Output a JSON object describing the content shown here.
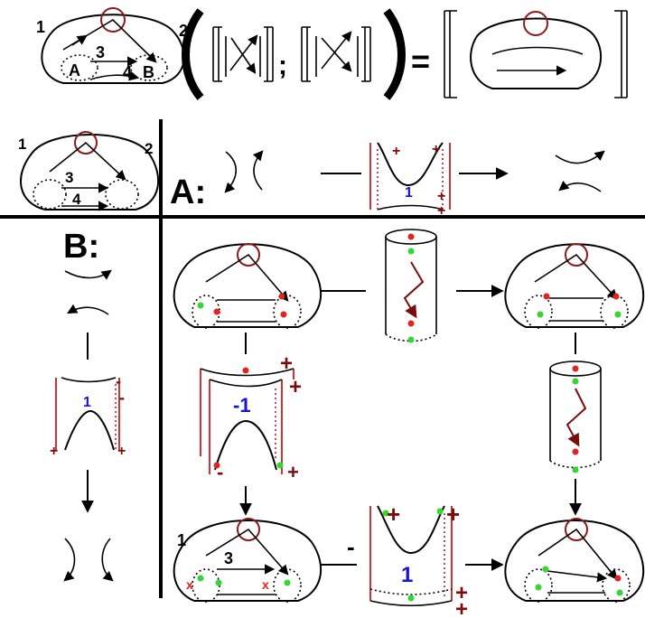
{
  "top_equation": {
    "edge_labels": [
      "1",
      "2",
      "3",
      "4"
    ],
    "vertex_labels": [
      "A",
      "B"
    ],
    "separator": ";",
    "equals": "="
  },
  "grid": {
    "row_a_label": "A:",
    "col_b_label": "B:"
  },
  "corner_surface": {
    "edge_labels": [
      "1",
      "2",
      "3",
      "4"
    ]
  },
  "row_a": {
    "cobordism_coefficient": "1",
    "signs": [
      "+",
      "+",
      "+",
      "+"
    ]
  },
  "col_b": {
    "cobordism_coefficient": "1",
    "signs": [
      "-",
      "-",
      "+",
      "+"
    ]
  },
  "center_left_cobordism": {
    "coefficient": "-1",
    "signs": [
      "+",
      "+",
      "-",
      "+"
    ]
  },
  "bottom_row": {
    "edge_labels": [
      "1",
      "3"
    ],
    "markers": [
      "x",
      "x"
    ],
    "cobordism_coefficient": "1",
    "minus_sign": "-",
    "signs": [
      "+",
      "+",
      "+",
      "+"
    ]
  },
  "colors": {
    "sign_color": "#7a0c0c",
    "coefficient_color": "#1414d2",
    "green_dot": "#33d633",
    "red_dot": "#e32222",
    "crossing_color": "#8b1a1a"
  }
}
